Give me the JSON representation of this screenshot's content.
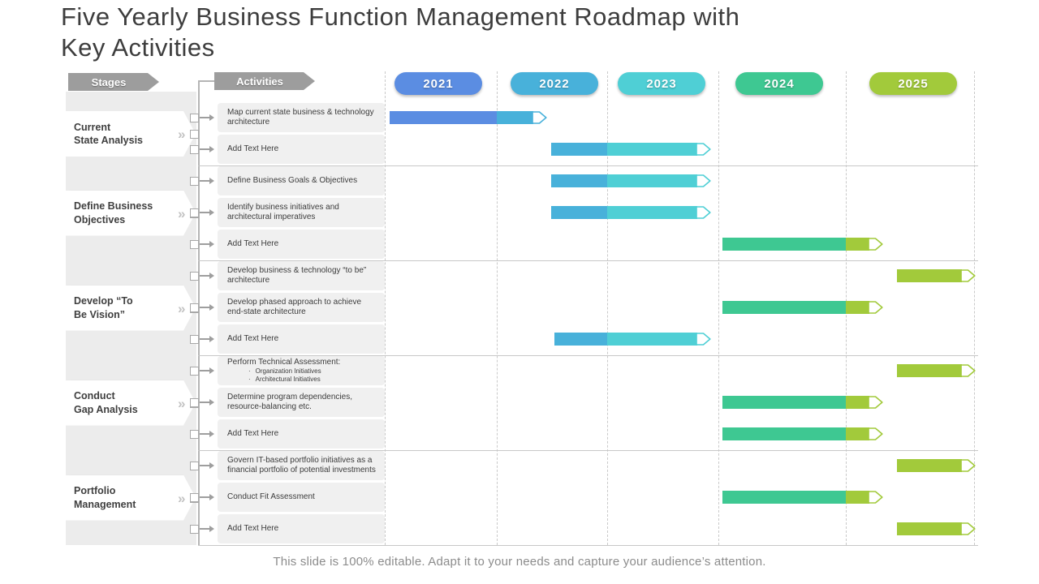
{
  "title": "Five Yearly Business Function  Management Roadmap with\nKey Activities",
  "caption": "This slide is 100% editable. Adapt it to your needs and capture your audience’s attention.",
  "headers": {
    "stages": "Stages",
    "activities": "Activities"
  },
  "timeline": {
    "years": [
      {
        "label": "2021",
        "color": "#5b8de2"
      },
      {
        "label": "2022",
        "color": "#48b1da"
      },
      {
        "label": "2023",
        "color": "#4fcfd5"
      },
      {
        "label": "2024",
        "color": "#3ec892"
      },
      {
        "label": "2025",
        "color": "#a2ca3b"
      }
    ]
  },
  "chart_data": {
    "type": "gantt",
    "x_axis": {
      "categories": [
        "2021",
        "2022",
        "2023",
        "2024",
        "2025"
      ],
      "range": [
        2021,
        2026
      ]
    },
    "legend": "bar color matches the year column it passes through; arrow tip marks the end",
    "stages": [
      {
        "label": "Current\nState Analysis",
        "activities": [
          {
            "text": "Map  current state business & technology architecture",
            "bar": {
              "start": 2021.04,
              "end": 2022.44
            }
          },
          {
            "text": "Add Text Here",
            "bar": {
              "start": 2022.49,
              "end": 2023.92
            }
          }
        ]
      },
      {
        "label": "Define Business\nObjectives",
        "activities": [
          {
            "text": "Define Business Goals & Objectives",
            "bar": {
              "start": 2022.49,
              "end": 2023.92
            }
          },
          {
            "text": "Identify business initiatives and architectural imperatives",
            "bar": {
              "start": 2022.49,
              "end": 2023.92
            }
          },
          {
            "text": "Add Text Here",
            "bar": {
              "start": 2024.03,
              "end": 2025.28
            }
          }
        ]
      },
      {
        "label": "Develop “To\nBe Vision”",
        "activities": [
          {
            "text": "Develop business & technology “to be” architecture",
            "bar": {
              "start": 2025.4,
              "end": 2026.0
            }
          },
          {
            "text": "Develop phased approach to achieve end-state architecture",
            "bar": {
              "start": 2024.03,
              "end": 2025.28
            }
          },
          {
            "text": "Add Text Here",
            "bar": {
              "start": 2022.52,
              "end": 2023.92
            }
          }
        ]
      },
      {
        "label": "Conduct\nGap Analysis",
        "activities": [
          {
            "text": "Perform Technical Assessment:",
            "bullets": [
              "Organization  Initiatives",
              "Architectural Initiatives"
            ],
            "bar": {
              "start": 2025.4,
              "end": 2026.0
            }
          },
          {
            "text": "Determine  program dependencies, resource-balancing etc.",
            "bar": {
              "start": 2024.03,
              "end": 2025.28
            }
          },
          {
            "text": "Add Text Here",
            "bar": {
              "start": 2024.03,
              "end": 2025.28
            }
          }
        ]
      },
      {
        "label": "Portfolio\nManagement",
        "activities": [
          {
            "text": "Govern IT-based portfolio initiatives as a  financial portfolio of potential investments",
            "bar": {
              "start": 2025.4,
              "end": 2026.0
            }
          },
          {
            "text": "Conduct Fit  Assessment",
            "bar": {
              "start": 2024.03,
              "end": 2025.28
            }
          },
          {
            "text": "Add Text Here",
            "bar": {
              "start": 2025.4,
              "end": 2026.0
            }
          }
        ]
      }
    ]
  }
}
